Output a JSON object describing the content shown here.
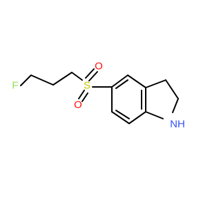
{
  "molecule": {
    "atoms": {
      "fluorine": "F",
      "sulfur": "S",
      "oxygen_top": "O",
      "oxygen_bottom": "O",
      "amine": "NH"
    }
  },
  "colors": {
    "bond": "#000000",
    "fluorine": "#90e050",
    "sulfur": "#c8c800",
    "oxygen": "#ff0d0d",
    "nitrogen": "#3050f8"
  }
}
